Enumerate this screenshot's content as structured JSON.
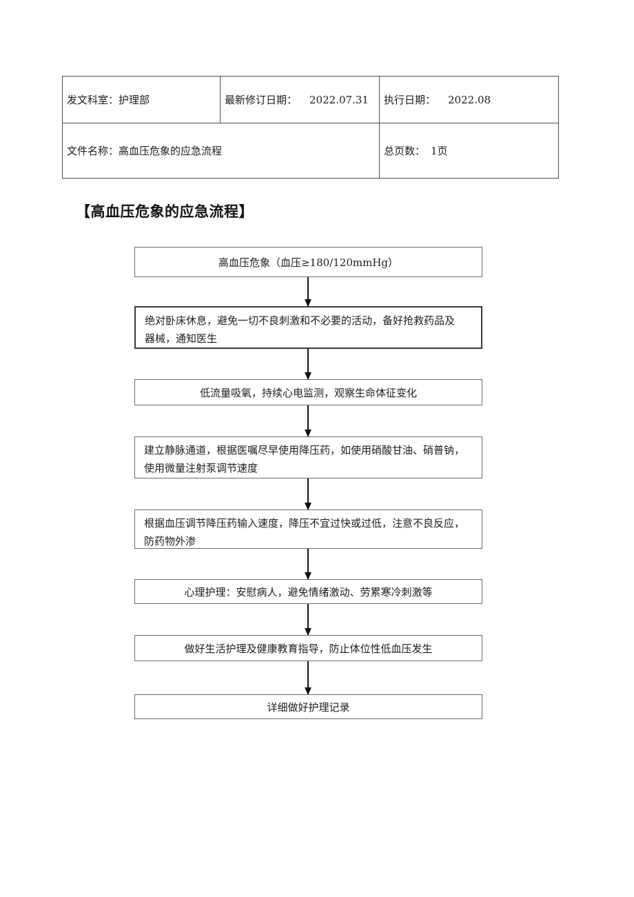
{
  "header_table": {
    "dept": {
      "label": "发文科室：",
      "value": "护理部"
    },
    "revision": {
      "label": "最新修订日期：",
      "value": "2022.07.31"
    },
    "execute": {
      "label": "执行日期：",
      "value": "2022.08"
    },
    "file": {
      "label": "文件名称：",
      "value": "高血压危象的应急流程"
    },
    "pages": {
      "label": "总页数：",
      "value": "1页"
    }
  },
  "title": "【高血压危象的应急流程】",
  "flowchart": {
    "steps": [
      {
        "text": "高血压危象（血压≥180/120mmHg）"
      },
      {
        "text": "绝对卧床休息，避免一切不良刺激和不必要的活动，备好抢救药品及\n器械，通知医生"
      },
      {
        "text": "低流量吸氧，持续心电监测，观察生命体征变化"
      },
      {
        "text": "建立静脉通道，根据医嘱尽早使用降压药，如使用硝酸甘油、硝普钠，\n使用微量注射泵调节速度"
      },
      {
        "text": "根据血压调节降压药输入速度，降压不宜过快或过低，注意不良反应，\n防药物外渗"
      },
      {
        "text": "心理护理：安慰病人，避免情绪激动、劳累寒冷刺激等"
      },
      {
        "text": "做好生活护理及健康教育指导，防止体位性低血压发生"
      },
      {
        "text": "详细做好护理记录"
      }
    ]
  },
  "colors": {
    "text": "#1d1d1d",
    "border": "#4a4a4a",
    "arrow": "#111111",
    "background": "#ffffff"
  }
}
